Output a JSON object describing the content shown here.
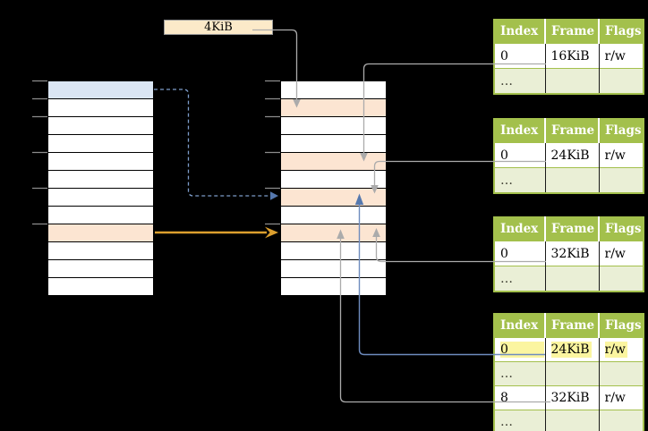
{
  "size_label": "4KiB",
  "colors": {
    "green": "#A3C04C",
    "ltgreen": "#EAEFD6",
    "orange_row": "#FCE5D2",
    "blue_row": "#DBE6F4",
    "cream": "#FCEAC9",
    "yellow": "#FBF5A0",
    "arrow_orange": "#DC9F2E",
    "arrow_blue": "#6E8CBE",
    "arrow_blue_dark": "#5578AE",
    "gray_line": "#ABABAB",
    "dash_blue": "#7D9CCA",
    "tick_gray": "#8C8C8C"
  },
  "left_table": {
    "row_count": 12,
    "highlights": {
      "0": "blue",
      "8": "orange"
    }
  },
  "middle_table": {
    "row_count": 12,
    "highlights": {
      "1": "orange",
      "4": "orange",
      "6": "orange",
      "8": "orange"
    }
  },
  "tables": [
    {
      "headers": [
        "Index",
        "Frame",
        "Flags"
      ],
      "rows": [
        [
          "0",
          "16KiB",
          "r/w"
        ],
        [
          "…",
          "",
          ""
        ]
      ]
    },
    {
      "headers": [
        "Index",
        "Frame",
        "Flags"
      ],
      "rows": [
        [
          "0",
          "24KiB",
          "r/w"
        ],
        [
          "…",
          "",
          ""
        ]
      ]
    },
    {
      "headers": [
        "Index",
        "Frame",
        "Flags"
      ],
      "rows": [
        [
          "0",
          "32KiB",
          "r/w"
        ],
        [
          "…",
          "",
          ""
        ]
      ]
    },
    {
      "headers": [
        "Index",
        "Frame",
        "Flags"
      ],
      "rows": [
        [
          "0",
          "24KiB",
          "r/w"
        ],
        [
          "…",
          "",
          ""
        ],
        [
          "8",
          "32KiB",
          "r/w"
        ],
        [
          "…",
          "",
          ""
        ]
      ],
      "highlighted_row": 0
    }
  ]
}
